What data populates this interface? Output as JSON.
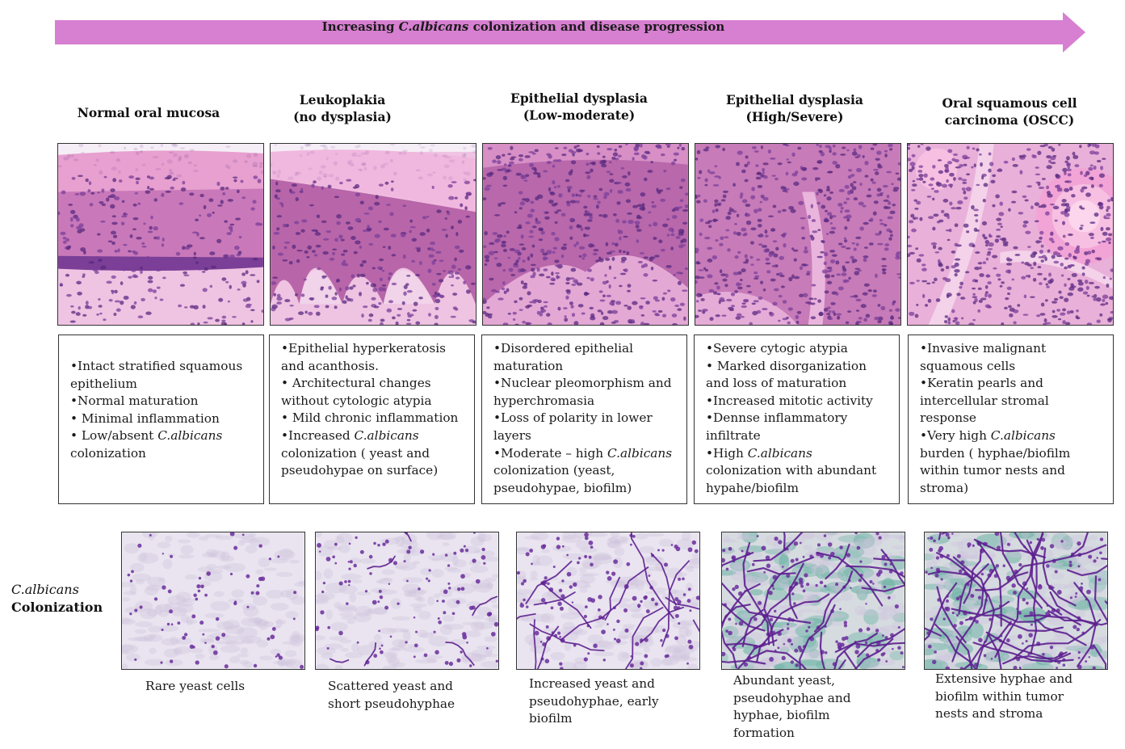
{
  "colors": {
    "arrow": "#d77fd1",
    "he_pink": "#e48cc6",
    "he_purple": "#7a3f9a",
    "stain_bg": "#e9e4ef",
    "stain_dot": "#6a2d9c",
    "counterstain_green": "#6fb3a6"
  },
  "progression": {
    "prefix": "Increasing ",
    "species": "C.albicans",
    "suffix": " colonization and disease progression"
  },
  "stages": [
    {
      "title": [
        "Normal oral mucosa"
      ],
      "description": [
        {
          "text": "•Intact stratified squamous"
        },
        {
          "text": "epithelium"
        },
        {
          "text": "•Normal maturation"
        },
        {
          "text": "• Minimal inflammation"
        },
        {
          "text": "• Low/absent ",
          "italic": "C.albicans"
        },
        {
          "text": "colonization"
        }
      ],
      "stain_caption": [
        "Rare yeast cells"
      ]
    },
    {
      "title": [
        "Leukoplakia",
        "(no dysplasia)"
      ],
      "description": [
        {
          "text": "•Epithelial hyperkeratosis"
        },
        {
          "text": " and acanthosis."
        },
        {
          "text": "• Architectural changes"
        },
        {
          "text": "without cytologic atypia"
        },
        {
          "text": "• Mild chronic inflammation"
        },
        {
          "text": "•Increased ",
          "italic": "C.albicans"
        },
        {
          "text": "colonization ( yeast and"
        },
        {
          "text": "pseudohypae on surface)"
        }
      ],
      "stain_caption": [
        "Scattered yeast and",
        "short pseudohyphae"
      ]
    },
    {
      "title": [
        "Epithelial dysplasia",
        "(Low-moderate)"
      ],
      "description": [
        {
          "text": "•Disordered epithelial"
        },
        {
          "text": "maturation"
        },
        {
          "text": "•Nuclear pleomorphism and"
        },
        {
          "text": "hyperchromasia"
        },
        {
          "text": "•Loss of polarity in lower"
        },
        {
          "text": "layers"
        },
        {
          "text": "•Moderate – high ",
          "italic": "C.albicans"
        },
        {
          "text": "colonization (yeast,"
        },
        {
          "text": "pseudohypae, biofilm)"
        }
      ],
      "stain_caption": [
        "Increased yeast and",
        "pseudohyphae, early",
        "biofilm"
      ]
    },
    {
      "title": [
        "Epithelial dysplasia",
        "(High/Severe)"
      ],
      "description": [
        {
          "text": "•Severe cytogic atypia"
        },
        {
          "text": "• Marked disorganization"
        },
        {
          "text": "and loss of maturation"
        },
        {
          "text": "•Increased mitotic activity"
        },
        {
          "text": "•Dennse inflammatory"
        },
        {
          "text": "infiltrate"
        },
        {
          "text": "•High ",
          "italic": "C.albicans"
        },
        {
          "text": "colonization with abundant"
        },
        {
          "text": "hypahe/biofilm"
        }
      ],
      "stain_caption": [
        "Abundant yeast,",
        "pseudohyphae and",
        "hyphae, biofilm",
        "formation"
      ]
    },
    {
      "title": [
        "Oral squamous cell",
        "carcinoma (OSCC)"
      ],
      "description": [
        {
          "text": "•Invasive malignant"
        },
        {
          "text": "squamous cells"
        },
        {
          "text": "•Keratin pearls and"
        },
        {
          "text": "intercellular stromal"
        },
        {
          "text": "response"
        },
        {
          "text": "•Very high ",
          "italic": "C.albicans"
        },
        {
          "text": "burden ( hyphae/biofilm"
        },
        {
          "text": "within tumor nests and"
        },
        {
          "text": "stroma)"
        }
      ],
      "stain_caption": [
        "Extensive hyphae and",
        "biofilm within tumor",
        "nests and stroma"
      ]
    }
  ],
  "row_label": {
    "species": "C.albicans",
    "word": "Colonization"
  },
  "icons": {
    "arrow": "right-arrow-banner"
  }
}
